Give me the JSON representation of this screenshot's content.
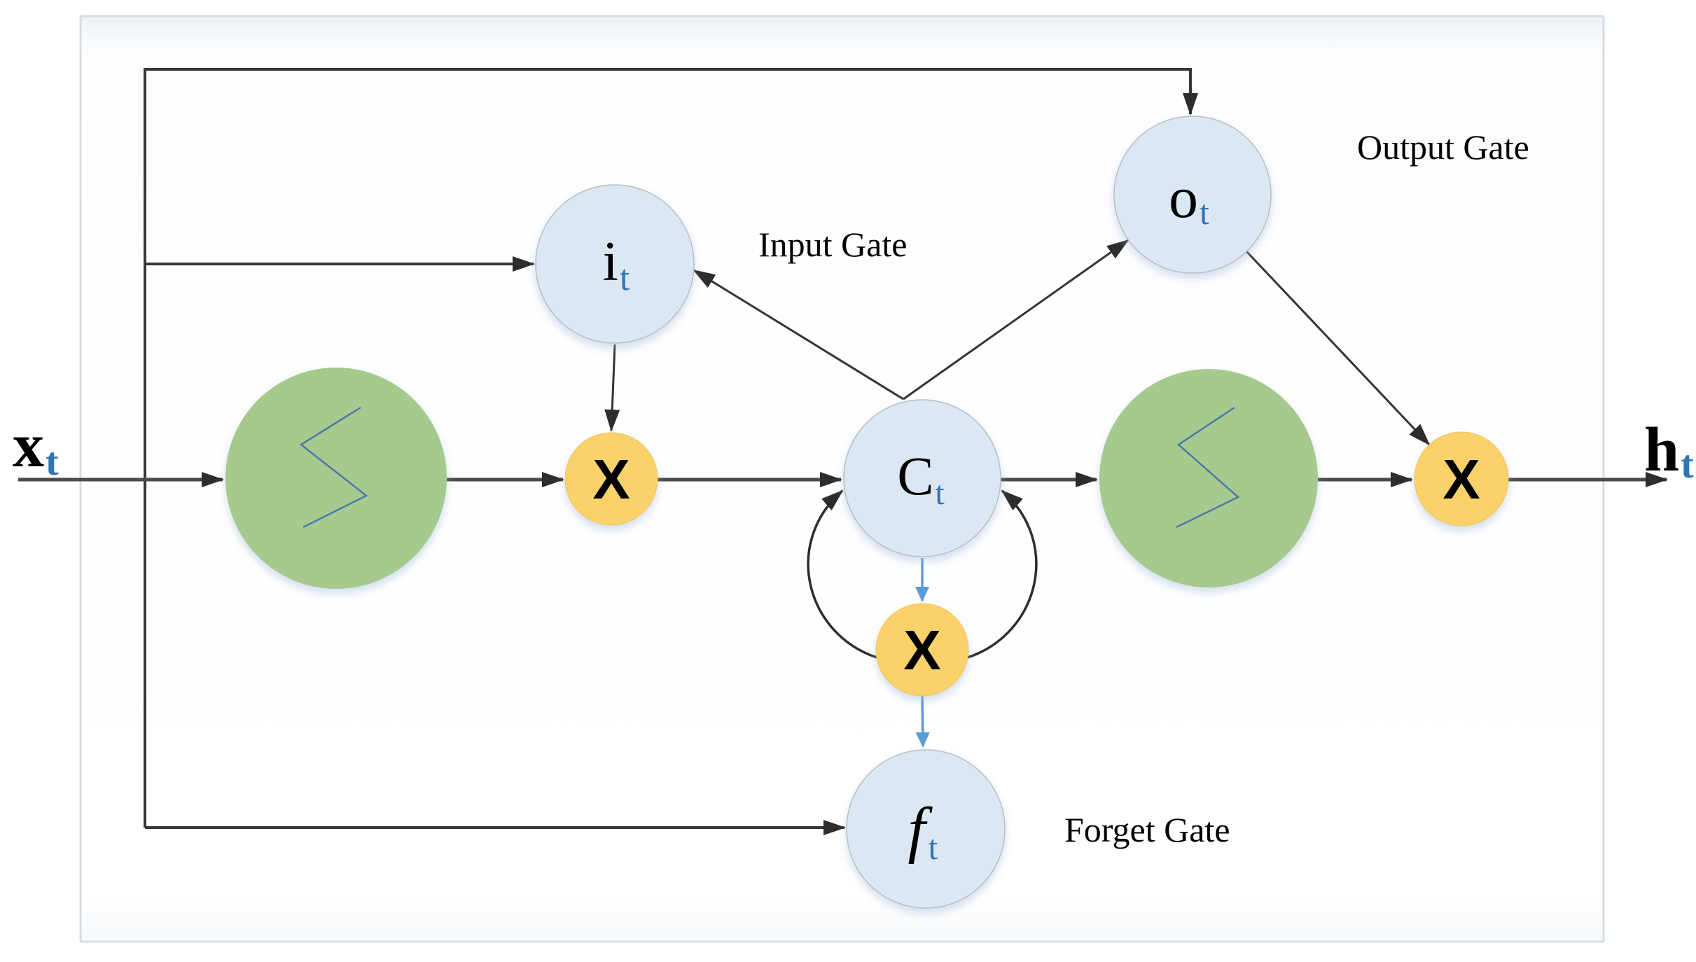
{
  "diagram_type": "LSTM cell block diagram",
  "captions": {
    "input_gate": "Input Gate",
    "output_gate": "Output Gate",
    "forget_gate": "Forget Gate"
  },
  "io": {
    "input": {
      "symbol": "x",
      "sub": "t"
    },
    "output": {
      "symbol": "h",
      "sub": "t"
    }
  },
  "nodes": {
    "input_gate": {
      "symbol": "i",
      "sub": "t"
    },
    "output_gate": {
      "symbol": "o",
      "sub": "t"
    },
    "forget_gate": {
      "symbol": "f",
      "sub": "t"
    },
    "cell_state": {
      "symbol": "C",
      "sub": "t"
    },
    "activation_left": {
      "icon": "sigmoid-zigzag"
    },
    "activation_right": {
      "icon": "sigmoid-zigzag"
    }
  },
  "ops": {
    "left": {
      "symbol": "X"
    },
    "center": {
      "symbol": "X"
    },
    "right": {
      "symbol": "X"
    }
  },
  "edges": [
    {
      "from": "x_t",
      "to": "activation-left"
    },
    {
      "from": "x_t-branch",
      "to": "input-gate"
    },
    {
      "from": "x_t-branch",
      "to": "output-gate",
      "route": "top"
    },
    {
      "from": "x_t-branch",
      "to": "forget-gate",
      "route": "bottom"
    },
    {
      "from": "activation-left",
      "to": "multiply-left"
    },
    {
      "from": "input-gate",
      "to": "multiply-left"
    },
    {
      "from": "multiply-left",
      "to": "cell-state"
    },
    {
      "from": "cell-state",
      "to": "input-gate"
    },
    {
      "from": "cell-state",
      "to": "output-gate"
    },
    {
      "from": "cell-state",
      "to": "multiply-center",
      "color": "blue"
    },
    {
      "from": "multiply-center",
      "to": "forget-gate",
      "color": "blue"
    },
    {
      "from": "multiply-center",
      "to": "cell-state",
      "route": "left-arc"
    },
    {
      "from": "multiply-center",
      "to": "cell-state",
      "route": "right-arc"
    },
    {
      "from": "cell-state",
      "to": "activation-right"
    },
    {
      "from": "activation-right",
      "to": "multiply-right"
    },
    {
      "from": "output-gate",
      "to": "multiply-right"
    },
    {
      "from": "multiply-right",
      "to": "h_t"
    }
  ],
  "colors": {
    "node_fill": "#dbe7f3",
    "node_border": "#b7bec8",
    "activation_fill": "#a6ca8e",
    "multiply_fill": "#fad269",
    "line": "#3f3f3f",
    "blue_arrow": "#5b9bd5",
    "zigzag": "#4b79a9",
    "box_border": "#d7dce3",
    "subscript_blue": "#2e74b8",
    "text": "#000000"
  }
}
